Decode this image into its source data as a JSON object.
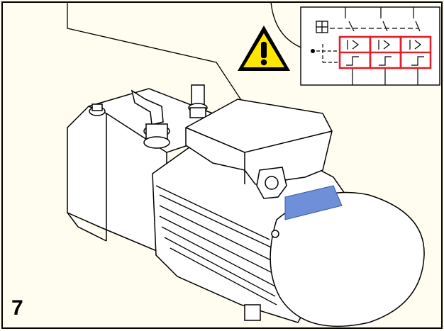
{
  "figure": {
    "number": "7",
    "frame_color": "#000000",
    "background_color": "#fffdf0",
    "warning_sign": {
      "icon": "warning-triangle-icon",
      "fill": "#ffe600",
      "mark": "!"
    },
    "breaker_diagram": {
      "icon": "circuit-breaker-schematic-icon",
      "highlight_color": "#e0202a",
      "relay_symbol": "I>",
      "relay_count": 3
    },
    "label_plate_color": "#6f8fd8",
    "product": "vacuum-pump-with-motor"
  }
}
